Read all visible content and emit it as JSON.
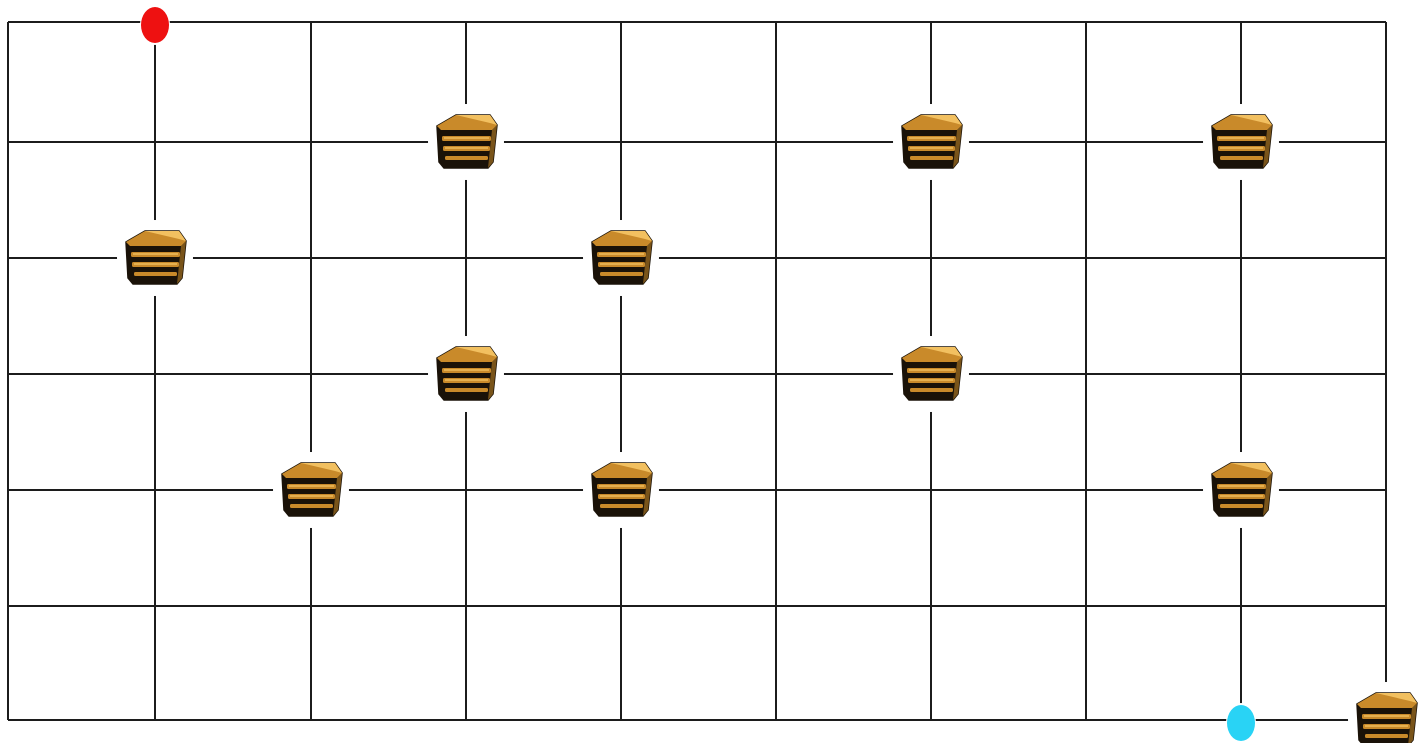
{
  "board": {
    "columns": 10,
    "rows": 7,
    "line_color": "#1c1c1c",
    "background_color": "#ffffff"
  },
  "markers": [
    {
      "name": "start-marker",
      "color": "#ee1111",
      "col": 1,
      "row": 0
    },
    {
      "name": "goal-marker",
      "color": "#29d3f5",
      "col": 8,
      "row": 6
    }
  ],
  "obstacles": [
    {
      "col": 3,
      "row": 1
    },
    {
      "col": 6,
      "row": 1
    },
    {
      "col": 8,
      "row": 1
    },
    {
      "col": 1,
      "row": 2
    },
    {
      "col": 4,
      "row": 2
    },
    {
      "col": 3,
      "row": 3
    },
    {
      "col": 6,
      "row": 3
    },
    {
      "col": 2,
      "row": 4
    },
    {
      "col": 4,
      "row": 4
    },
    {
      "col": 8,
      "row": 4
    },
    {
      "col": 9,
      "row": 6
    }
  ],
  "obstacle_icon": "treasure-basket-icon",
  "obstacle_colors": {
    "dark": "#1a1208",
    "gold": "#c98a2a",
    "light": "#f2c060"
  }
}
